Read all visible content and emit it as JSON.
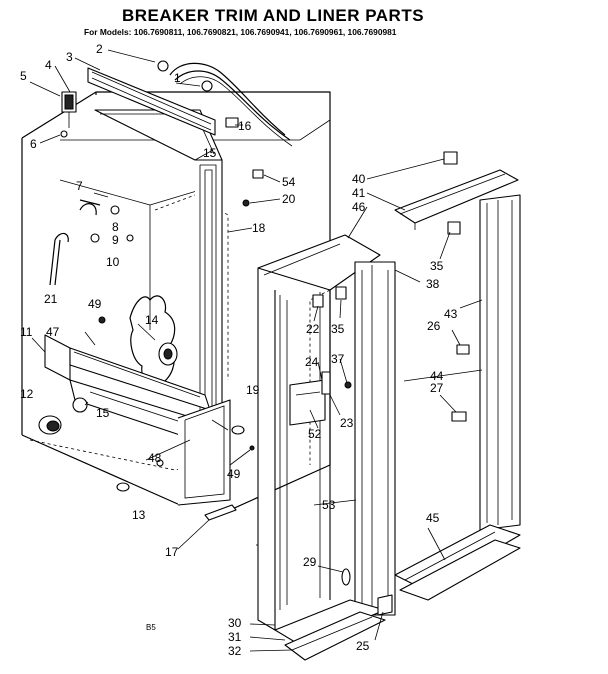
{
  "title": "BREAKER TRIM AND LINER PARTS",
  "models_line": "For Models: 106.7690811, 106.7690821, 106.7690941, 106.7690961, 106.7690981",
  "page_code": "B5",
  "callouts": [
    {
      "id": "c1",
      "text": "1"
    },
    {
      "id": "c2",
      "text": "2"
    },
    {
      "id": "c3",
      "text": "3"
    },
    {
      "id": "c4",
      "text": "4"
    },
    {
      "id": "c5",
      "text": "5"
    },
    {
      "id": "c6",
      "text": "6"
    },
    {
      "id": "c7",
      "text": "7"
    },
    {
      "id": "c8",
      "text": "8"
    },
    {
      "id": "c9",
      "text": "9"
    },
    {
      "id": "c10",
      "text": "10"
    },
    {
      "id": "c11",
      "text": "11"
    },
    {
      "id": "c12",
      "text": "12"
    },
    {
      "id": "c13",
      "text": "13"
    },
    {
      "id": "c14",
      "text": "14"
    },
    {
      "id": "c15a",
      "text": "15"
    },
    {
      "id": "c15b",
      "text": "15"
    },
    {
      "id": "c16",
      "text": "16"
    },
    {
      "id": "c17",
      "text": "17"
    },
    {
      "id": "c18",
      "text": "18"
    },
    {
      "id": "c19",
      "text": "19"
    },
    {
      "id": "c20",
      "text": "20"
    },
    {
      "id": "c21",
      "text": "21"
    },
    {
      "id": "c22",
      "text": "22"
    },
    {
      "id": "c23",
      "text": "23"
    },
    {
      "id": "c24",
      "text": "24"
    },
    {
      "id": "c25",
      "text": "25"
    },
    {
      "id": "c26",
      "text": "26"
    },
    {
      "id": "c27",
      "text": "27"
    },
    {
      "id": "c29",
      "text": "29"
    },
    {
      "id": "c30",
      "text": "30"
    },
    {
      "id": "c31",
      "text": "31"
    },
    {
      "id": "c32",
      "text": "32"
    },
    {
      "id": "c35a",
      "text": "35"
    },
    {
      "id": "c35b",
      "text": "35"
    },
    {
      "id": "c37",
      "text": "37"
    },
    {
      "id": "c38",
      "text": "38"
    },
    {
      "id": "c40",
      "text": "40"
    },
    {
      "id": "c41",
      "text": "41"
    },
    {
      "id": "c43",
      "text": "43"
    },
    {
      "id": "c44",
      "text": "44"
    },
    {
      "id": "c45",
      "text": "45"
    },
    {
      "id": "c46",
      "text": "46"
    },
    {
      "id": "c47",
      "text": "47"
    },
    {
      "id": "c48",
      "text": "48"
    },
    {
      "id": "c49a",
      "text": "49"
    },
    {
      "id": "c49b",
      "text": "49"
    },
    {
      "id": "c52",
      "text": "52"
    },
    {
      "id": "c53",
      "text": "53"
    },
    {
      "id": "c54",
      "text": "54"
    }
  ]
}
